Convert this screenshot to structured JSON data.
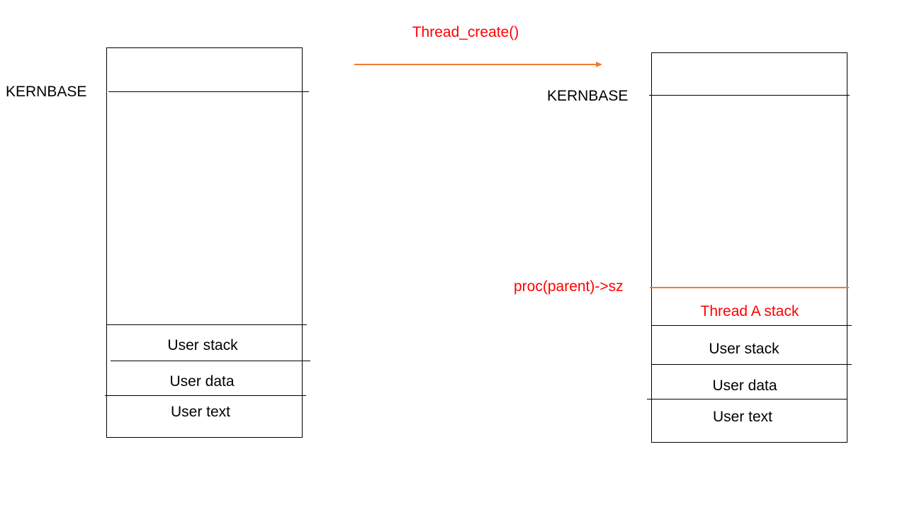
{
  "arrow": {
    "label": "Thread_create()"
  },
  "left_diagram": {
    "kernbase_label": "KERNBASE",
    "segments": {
      "user_stack": "User stack",
      "user_data": "User data",
      "user_text": "User text"
    }
  },
  "right_diagram": {
    "kernbase_label": "KERNBASE",
    "proc_sz_label": "proc(parent)->sz",
    "segments": {
      "thread_a_stack": "Thread A stack",
      "user_stack": "User stack",
      "user_data": "User data",
      "user_text": "User text"
    }
  },
  "colors": {
    "highlight_text": "#ff0000",
    "arrow_line": "#ed7d31",
    "outline": "#000000"
  }
}
